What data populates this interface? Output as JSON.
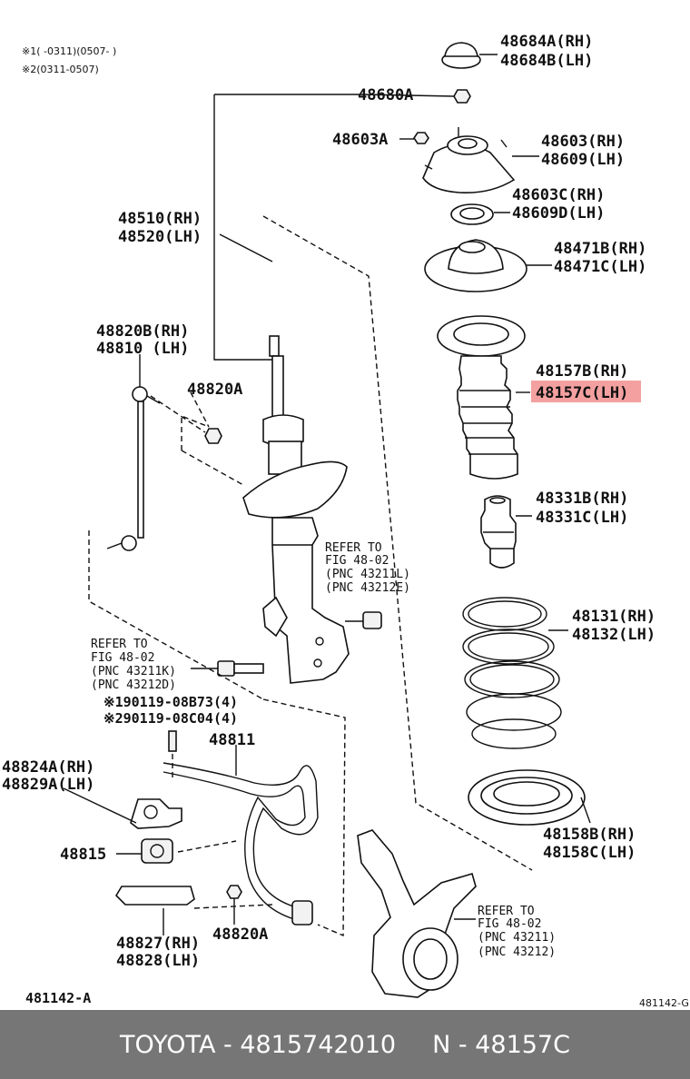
{
  "notes": {
    "note1": "※1(      -0311)(0507-        )",
    "note2": "※2(0311-0507)"
  },
  "labels": {
    "p48684": [
      "48684A(RH)",
      "48684B(LH)"
    ],
    "p48680": "48680A",
    "p48603a": "48603A",
    "p48603": [
      "48603(RH)",
      "48609(LH)"
    ],
    "p48603c": [
      "48603C(RH)",
      "48609D(LH)"
    ],
    "p48510": [
      "48510(RH)",
      "48520(LH)"
    ],
    "p48471": [
      "48471B(RH)",
      "48471C(LH)"
    ],
    "p48820b": [
      "48820B(RH)",
      "48810  (LH)"
    ],
    "p48157": [
      "48157B(RH)",
      "48157C(LH)"
    ],
    "p48820a_top": "48820A",
    "p48331": [
      "48331B(RH)",
      "48331C(LH)"
    ],
    "refer_mid": [
      "REFER TO",
      "FIG 48-02",
      "(PNC 43211L)",
      "(PNC 43212E)"
    ],
    "p48131": [
      "48131(RH)",
      "48132(LH)"
    ],
    "refer_left": [
      "REFER TO",
      "FIG 48-02",
      "(PNC 43211K)",
      "(PNC 43212D)"
    ],
    "bolts": [
      "※190119-08B73(4)",
      "※290119-08C04(4)"
    ],
    "p48811": "48811",
    "p48824": [
      "48824A(RH)",
      "48829A(LH)"
    ],
    "p48158": [
      "48158B(RH)",
      "48158C(LH)"
    ],
    "p48815": "48815",
    "refer_bottom": [
      "REFER TO",
      "FIG 48-02",
      "(PNC 43211)",
      "(PNC 43212)"
    ],
    "p48827": [
      "48827(RH)",
      "48828(LH)"
    ],
    "p48820a_bottom": "48820A",
    "diagram_code": "481142-A",
    "diagram_code_right": "481142-G"
  },
  "highlight": {
    "part": "48157C(LH)",
    "color": "#f4a0a0"
  },
  "footer": {
    "brand": "TOYOTA - 4815742010",
    "part": "N - 48157C",
    "background": "#767676",
    "text_color": "#ffffff"
  }
}
